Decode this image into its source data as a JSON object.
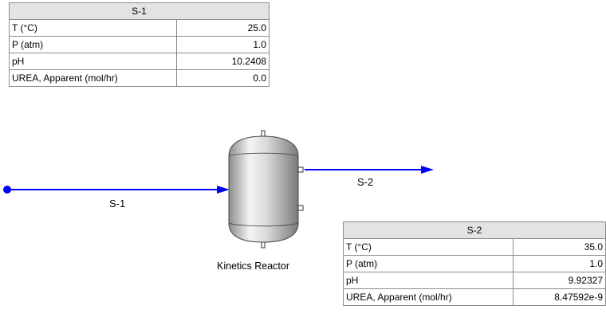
{
  "tables": {
    "s1": {
      "title": "S-1",
      "rows": [
        {
          "label": "T (°C)",
          "value": "25.0"
        },
        {
          "label": "P (atm)",
          "value": "1.0"
        },
        {
          "label": "pH",
          "value": "10.2408"
        },
        {
          "label": "UREA, Apparent (mol/hr)",
          "value": "0.0"
        }
      ]
    },
    "s2": {
      "title": "S-2",
      "rows": [
        {
          "label": "T (°C)",
          "value": "35.0"
        },
        {
          "label": "P (atm)",
          "value": "1.0"
        },
        {
          "label": "pH",
          "value": "9.92327"
        },
        {
          "label": "UREA, Apparent (mol/hr)",
          "value": "8.47592e-9"
        }
      ]
    }
  },
  "streams": {
    "s1_label": "S-1",
    "s2_label": "S-2",
    "color": "#0000ff"
  },
  "unit": {
    "label": "Kinetics Reactor",
    "icon": "reactor-vessel-icon"
  }
}
